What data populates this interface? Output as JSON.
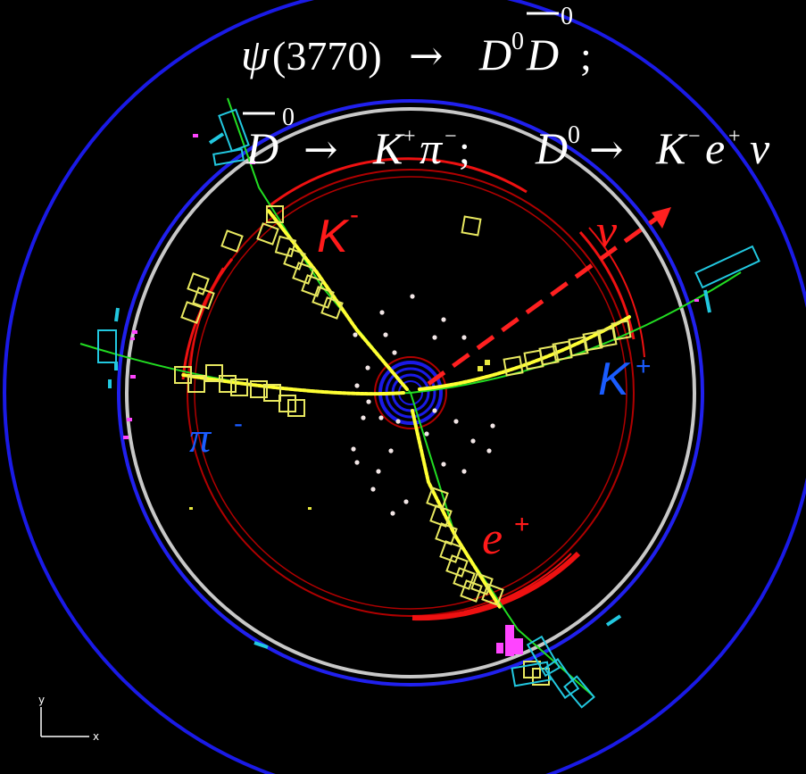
{
  "equations": {
    "line1": {
      "psi": "ψ",
      "mass": "(3770)",
      "arrow": "→",
      "d": "D",
      "sup0a": "0",
      "dbar": "D",
      "sup0b": "0",
      "semicolon": ";"
    },
    "line2": {
      "dbar": "D",
      "sup0": "0",
      "arrow1": "→",
      "k": "K",
      "kplus": "+",
      "pi": "π",
      "piminus": "−",
      "semicolon": ";",
      "d": "D",
      "d0": "0",
      "arrow2": "→",
      "k2": "K",
      "kminus": "−",
      "e": "e",
      "eplus": "+",
      "nu": "ν"
    }
  },
  "particle_labels": {
    "k_minus": {
      "symbol": "K",
      "charge": "-"
    },
    "k_plus": {
      "symbol": "K",
      "charge": "+"
    },
    "pi_minus": {
      "symbol": "π",
      "charge": "-"
    },
    "e_plus": {
      "symbol": "e",
      "charge": "+"
    },
    "nu": {
      "symbol": "ν"
    }
  },
  "axes_indicator": {
    "y": "y",
    "x": "x"
  },
  "colors": {
    "background": "#000000",
    "outer_ring": "#1a1ae6",
    "calorimeter": "#c8c8c8",
    "drift_chamber": "#b00000",
    "tracks": "#ffff33",
    "track_fit": "#22dd22",
    "emc_clusters": "#e8e860",
    "tof_blocks": "#22c8e0",
    "muon_hits": "#ff44ff",
    "neutrino": "#ff2020",
    "text_white": "#ffffff",
    "label_red": "#ff1a1a",
    "label_blue": "#1a5cff"
  }
}
